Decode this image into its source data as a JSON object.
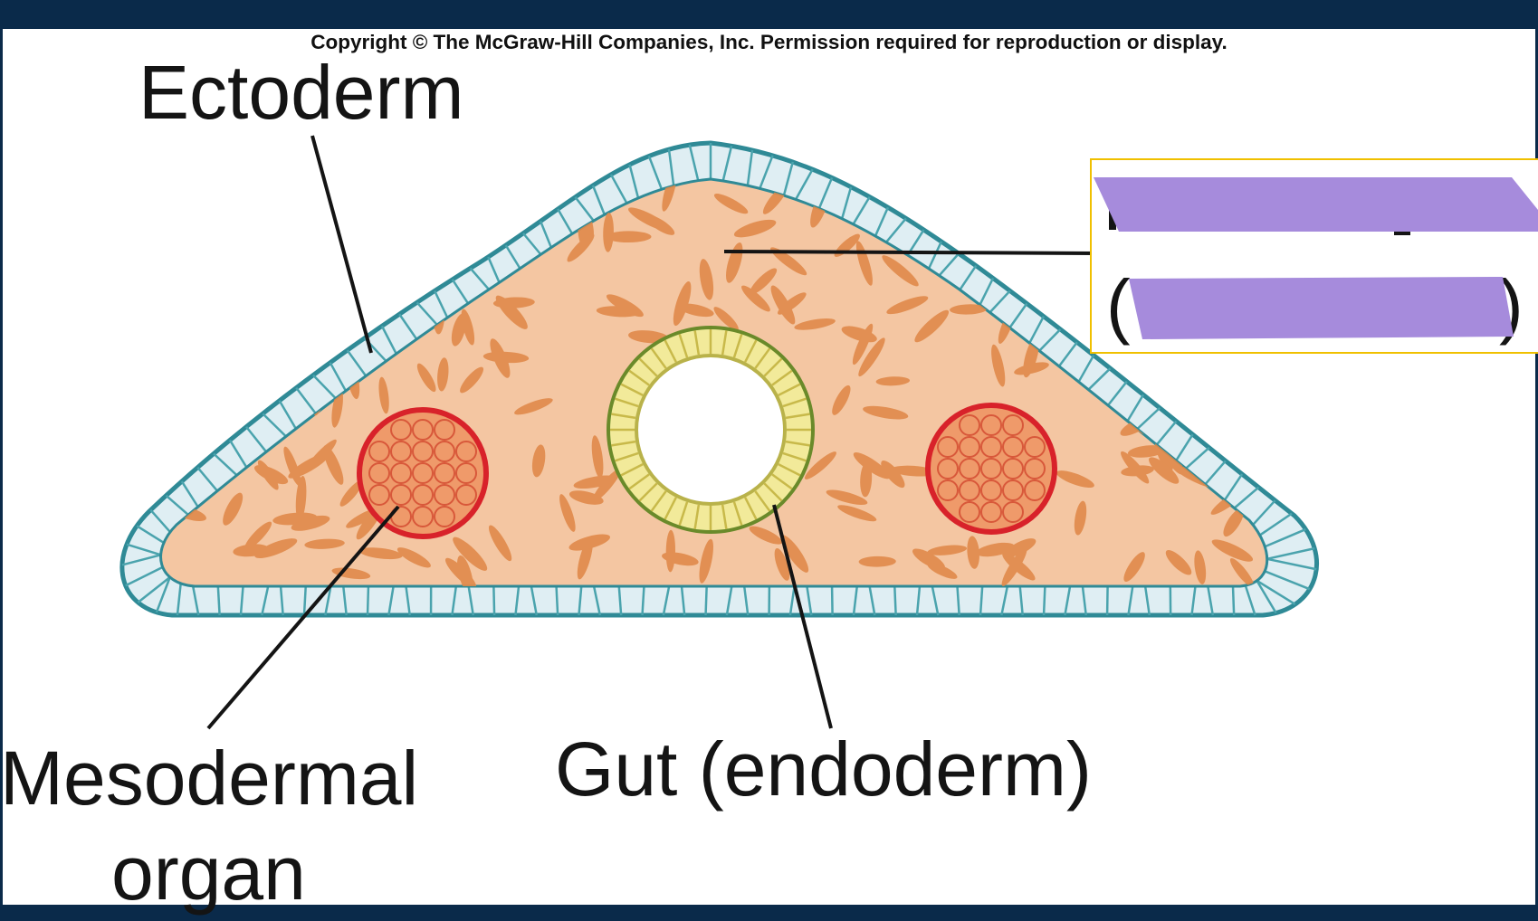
{
  "copyright": "Copyright © The McGraw-Hill Companies, Inc. Permission required for reproduction or display.",
  "labels": {
    "ectoderm": "Ectoderm",
    "mesodermal_line1": "Mesodermal",
    "mesodermal_line2": "organ",
    "gut": "Gut (endoderm)"
  },
  "colors": {
    "background_frame": "#0a2a4a",
    "ectoderm_fill": "#dfeef3",
    "ectoderm_outline": "#2f8a96",
    "mesenchyme_fill": "#f4c6a2",
    "mesenchyme_cells": "#e08a4a",
    "organ_outline": "#d8222a",
    "gut_ring": "#f2ea9a",
    "answer_cover": "#a68bdc",
    "answer_box_border": "#f0c000"
  }
}
